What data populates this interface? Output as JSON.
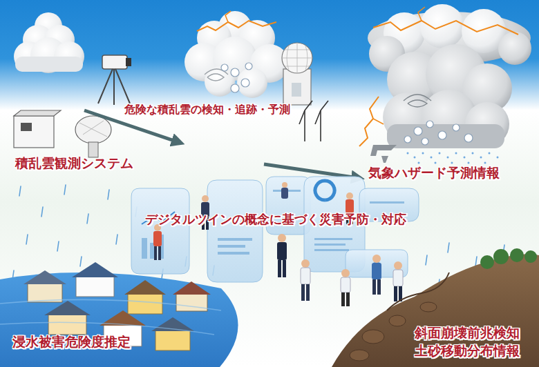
{
  "diagram": {
    "labels": [
      "積乱雲観測システム",
      "危険な積乱雲の検知・追跡・予測",
      "気象ハザード予測情報",
      "デジタルツインの概念に基づく災害予防・対応",
      "浸水被害危険度推定",
      "斜面崩壊前兆検知",
      "土砂移動分布情報"
    ]
  }
}
